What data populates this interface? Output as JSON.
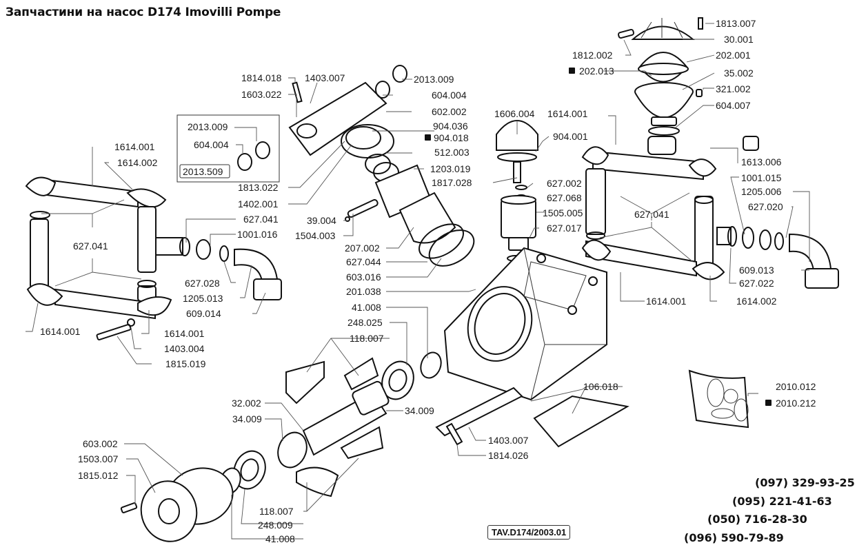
{
  "title": "Запчастини на насос D174 Imovilli Pompe",
  "drawing_code": "TAV.D174/2003.01",
  "phones": [
    "(097) 329-93-25",
    "(095) 221-41-63",
    "(050) 716-28-30",
    "(096) 590-79-89"
  ],
  "kit_box": {
    "kit_code": "2013.509",
    "items": [
      "2013.009",
      "604.004"
    ]
  },
  "labels": [
    {
      "id": "l1",
      "text": "1813.007"
    },
    {
      "id": "l2",
      "text": "30.001"
    },
    {
      "id": "l3",
      "text": "1812.002"
    },
    {
      "id": "l4",
      "text": "202.001"
    },
    {
      "id": "l5",
      "text": "202.013",
      "marked": true
    },
    {
      "id": "l6",
      "text": "35.002"
    },
    {
      "id": "l7",
      "text": "321.002"
    },
    {
      "id": "l8",
      "text": "604.007"
    },
    {
      "id": "l9",
      "text": "1814.018"
    },
    {
      "id": "l10",
      "text": "1403.007"
    },
    {
      "id": "l11",
      "text": "2013.009"
    },
    {
      "id": "l12",
      "text": "1603.022"
    },
    {
      "id": "l13",
      "text": "604.004"
    },
    {
      "id": "l14",
      "text": "602.002"
    },
    {
      "id": "l15",
      "text": "904.036"
    },
    {
      "id": "l16",
      "text": "904.018",
      "marked": true
    },
    {
      "id": "l17",
      "text": "512.003"
    },
    {
      "id": "l18",
      "text": "1203.019"
    },
    {
      "id": "l19",
      "text": "1813.022"
    },
    {
      "id": "l20",
      "text": "1402.001"
    },
    {
      "id": "l21",
      "text": "1606.004"
    },
    {
      "id": "l22",
      "text": "904.001"
    },
    {
      "id": "l23",
      "text": "1614.001"
    },
    {
      "id": "l24",
      "text": "1817.028"
    },
    {
      "id": "l25",
      "text": "627.002"
    },
    {
      "id": "l26",
      "text": "627.068"
    },
    {
      "id": "l27",
      "text": "1505.005"
    },
    {
      "id": "l28",
      "text": "627.017"
    },
    {
      "id": "l29",
      "text": "1613.006"
    },
    {
      "id": "l30",
      "text": "1001.015"
    },
    {
      "id": "l31",
      "text": "1205.006"
    },
    {
      "id": "l32",
      "text": "627.020"
    },
    {
      "id": "l33",
      "text": "627.041"
    },
    {
      "id": "l34",
      "text": "609.013"
    },
    {
      "id": "l35",
      "text": "627.022"
    },
    {
      "id": "l36",
      "text": "1614.001"
    },
    {
      "id": "l37",
      "text": "1614.002"
    },
    {
      "id": "l38",
      "text": "1614.001"
    },
    {
      "id": "l39",
      "text": "1614.002"
    },
    {
      "id": "l40",
      "text": "627.041"
    },
    {
      "id": "l41",
      "text": "627.041"
    },
    {
      "id": "l42",
      "text": "1001.016"
    },
    {
      "id": "l43",
      "text": "627.028"
    },
    {
      "id": "l44",
      "text": "1205.013"
    },
    {
      "id": "l45",
      "text": "609.014"
    },
    {
      "id": "l46",
      "text": "1614.001"
    },
    {
      "id": "l47",
      "text": "1614.001"
    },
    {
      "id": "l48",
      "text": "1403.004"
    },
    {
      "id": "l49",
      "text": "1815.019"
    },
    {
      "id": "l50",
      "text": "39.004"
    },
    {
      "id": "l51",
      "text": "1504.003"
    },
    {
      "id": "l52",
      "text": "207.002"
    },
    {
      "id": "l53",
      "text": "627.044"
    },
    {
      "id": "l54",
      "text": "603.016"
    },
    {
      "id": "l55",
      "text": "201.038"
    },
    {
      "id": "l56",
      "text": "41.008"
    },
    {
      "id": "l57",
      "text": "248.025"
    },
    {
      "id": "l58",
      "text": "118.007"
    },
    {
      "id": "l59",
      "text": "32.002"
    },
    {
      "id": "l60",
      "text": "34.009"
    },
    {
      "id": "l61",
      "text": "34.009"
    },
    {
      "id": "l62",
      "text": "106.018"
    },
    {
      "id": "l63",
      "text": "1403.007"
    },
    {
      "id": "l64",
      "text": "1814.026"
    },
    {
      "id": "l65",
      "text": "2010.012"
    },
    {
      "id": "l66",
      "text": "2010.212",
      "marked": true
    },
    {
      "id": "l67",
      "text": "603.002"
    },
    {
      "id": "l68",
      "text": "1503.007"
    },
    {
      "id": "l69",
      "text": "1815.012"
    },
    {
      "id": "l70",
      "text": "118.007"
    },
    {
      "id": "l71",
      "text": "248.009"
    },
    {
      "id": "l72",
      "text": "41.008"
    }
  ]
}
